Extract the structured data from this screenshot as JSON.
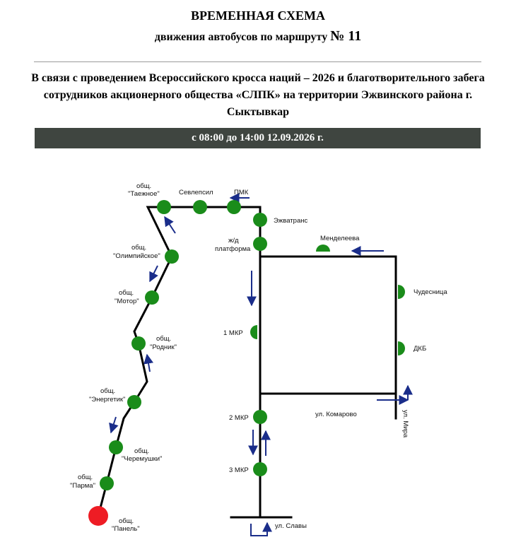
{
  "header": {
    "title": "ВРЕМЕННАЯ СХЕМА",
    "subtitle_prefix": "движения автобусов по маршруту",
    "route_number": "№ 11",
    "notice": "В связи с проведением Всероссийского кросса наций – 2026 и благотворительного забега сотрудников акционерного общества «СЛПК» на территории Эжвинского района г. Сыктывкар",
    "time_banner": "с 08:00 до 14:00 12.09.2026 г."
  },
  "colors": {
    "stop": "#1a8c1a",
    "terminal": "#ee1c24",
    "route_line": "#000000",
    "direction_arrow": "#1a2d8a",
    "banner_bg": "#3f4540"
  },
  "stops": {
    "panel": [
      "общ.",
      "\"Панель\""
    ],
    "parma": [
      "общ.",
      "\"Парма\""
    ],
    "cheremushki": [
      "общ.",
      "\"Черемушки\""
    ],
    "energetik": [
      "общ.",
      "\"Энергетик\""
    ],
    "rodnik": [
      "общ.",
      "\"Родник\""
    ],
    "motor": [
      "общ.",
      "\"Мотор\""
    ],
    "olimpiyskoe": [
      "общ.",
      "\"Олимпийское\""
    ],
    "taezhnoe": [
      "общ.",
      "\"Таежное\""
    ],
    "sevlepsil": "Севлепсил",
    "pmk": "ПМК",
    "ezhvatrans": "Эжватранс",
    "zhd_platform": [
      "ж/д",
      "платформа"
    ],
    "mendeleeva": "Менделеева",
    "chudesnitsa": "Чудесница",
    "dkb": "ДКБ",
    "mkr1": "1 МКР",
    "mkr2": "2 МКР",
    "mkr3": "3 МКР"
  },
  "streets": {
    "komarova": "ул. Комарово",
    "mira": "ул. Мира",
    "slavy": "ул. Славы"
  }
}
